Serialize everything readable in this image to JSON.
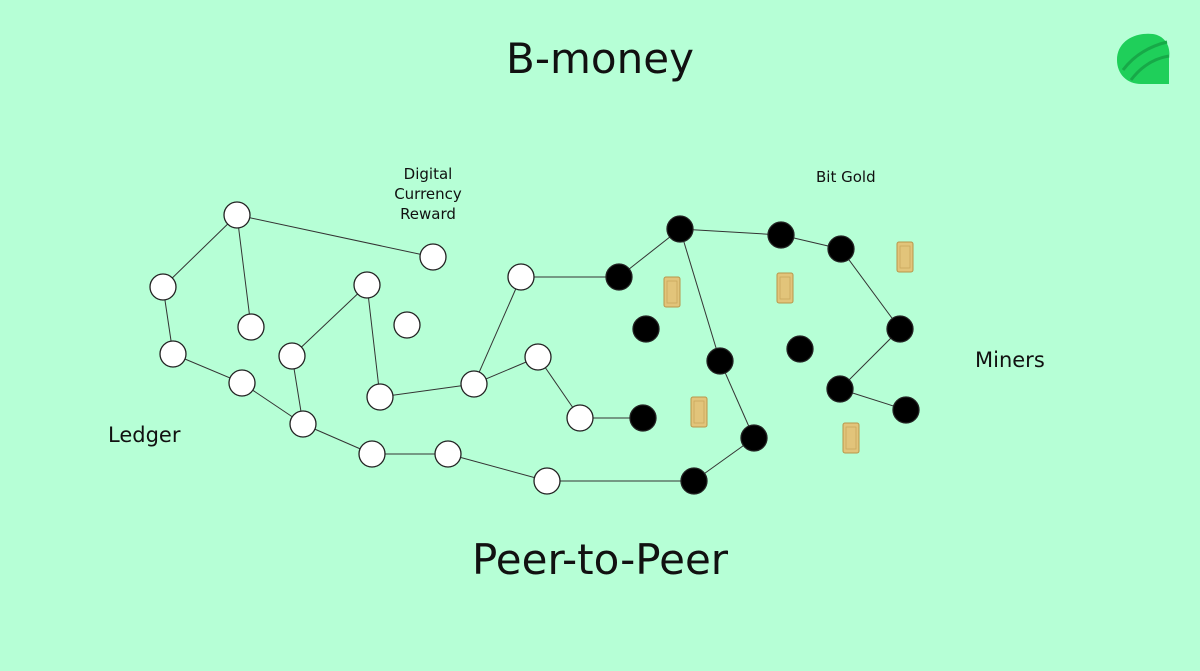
{
  "title": "B-money",
  "subtitle": "Peer-to-Peer",
  "labels": {
    "ledger": "Ledger",
    "miners": "Miners",
    "bit_gold": "Bit Gold",
    "reward_line1": "Digital",
    "reward_line2": "Currency",
    "reward_line3": "Reward"
  },
  "colors": {
    "background": "#b6ffd6",
    "ledger_node_fill": "#ffffff",
    "miner_node_fill": "#000000",
    "edge": "#333333",
    "gold_bar": "#e2c47a",
    "logo": "#1fcf5a"
  },
  "icons": {
    "logo": "leaf-logo-icon",
    "gold": "gold-bar-icon"
  }
}
